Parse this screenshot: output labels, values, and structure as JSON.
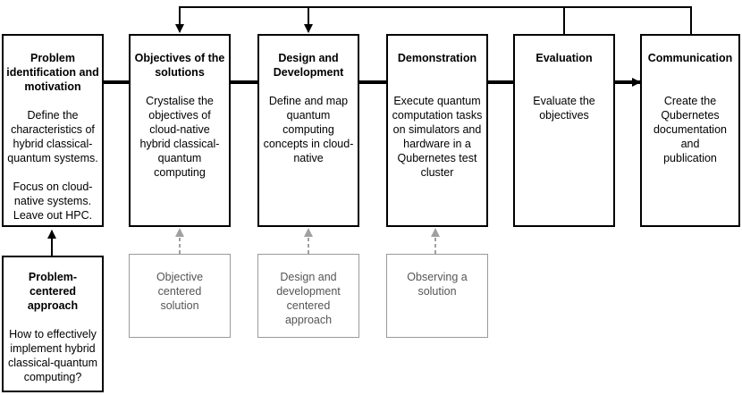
{
  "stages": [
    {
      "title": "Problem identification and motivation",
      "paragraphs": [
        "Define the characteristics of hybrid classical-quantum systems.",
        "Focus on cloud-native systems. Leave out HPC."
      ]
    },
    {
      "title": "Objectives of the solutions",
      "paragraphs": [
        "Crystalise the objectives of cloud-native hybrid classical-quantum computing"
      ]
    },
    {
      "title": "Design and Development",
      "paragraphs": [
        "Define and map quantum computing concepts in cloud-native"
      ]
    },
    {
      "title": "Demonstration",
      "paragraphs": [
        "Execute quantum computation tasks  on simulators and hardware in a Qubernetes test cluster"
      ]
    },
    {
      "title": "Evaluation",
      "paragraphs": [
        "Evaluate the objectives"
      ]
    },
    {
      "title": "Communication",
      "paragraphs": [
        "Create the Qubernetes documentation and publication"
      ]
    }
  ],
  "entry_points": [
    {
      "title": "Problem-centered approach",
      "text": "How to effectively implement hybrid classical-quantum computing?"
    },
    {
      "text": "Objective centered solution"
    },
    {
      "text": "Design and development centered approach"
    },
    {
      "text": "Observing a solution"
    }
  ],
  "colors": {
    "line": "#000000",
    "entry_border": "#9a9a9a",
    "entry_text": "#555555",
    "dashed_arrow": "#a0a0a0"
  }
}
